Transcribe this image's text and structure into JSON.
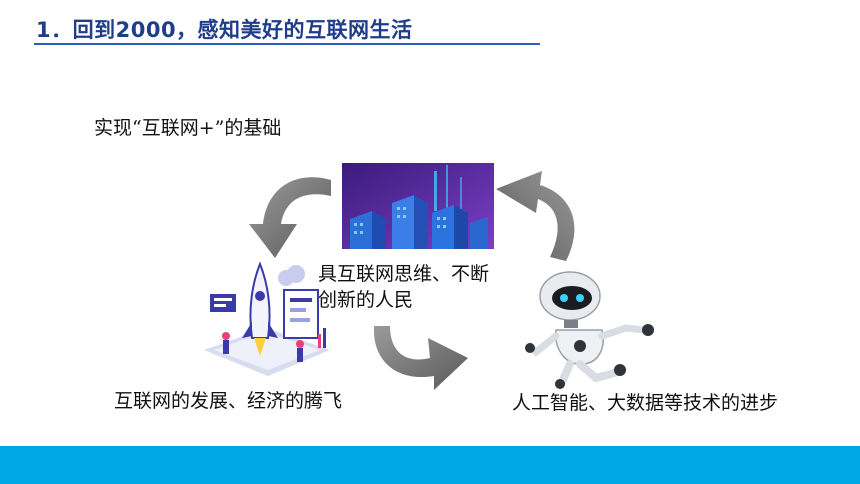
{
  "slide": {
    "title": "1．回到2000，感知美好的互联网生活",
    "subtitle": "实现“互联网+”的基础",
    "center_text_line1": "具互联网思维、不断",
    "center_text_line2": "创新的人民",
    "left_text": "互联网的发展、经济的腾飞",
    "right_text": "人工智能、大数据等技术的进步"
  },
  "colors": {
    "title": "#1f3d8a",
    "accent_bar": "#00a8e6",
    "city": "#5b2da8",
    "arrow": "#7a7a7a"
  },
  "icons": {
    "city": "city-illustration",
    "rocket": "rocket-illustration",
    "robot": "robot-illustration",
    "arrows": "cycle-arrow"
  }
}
